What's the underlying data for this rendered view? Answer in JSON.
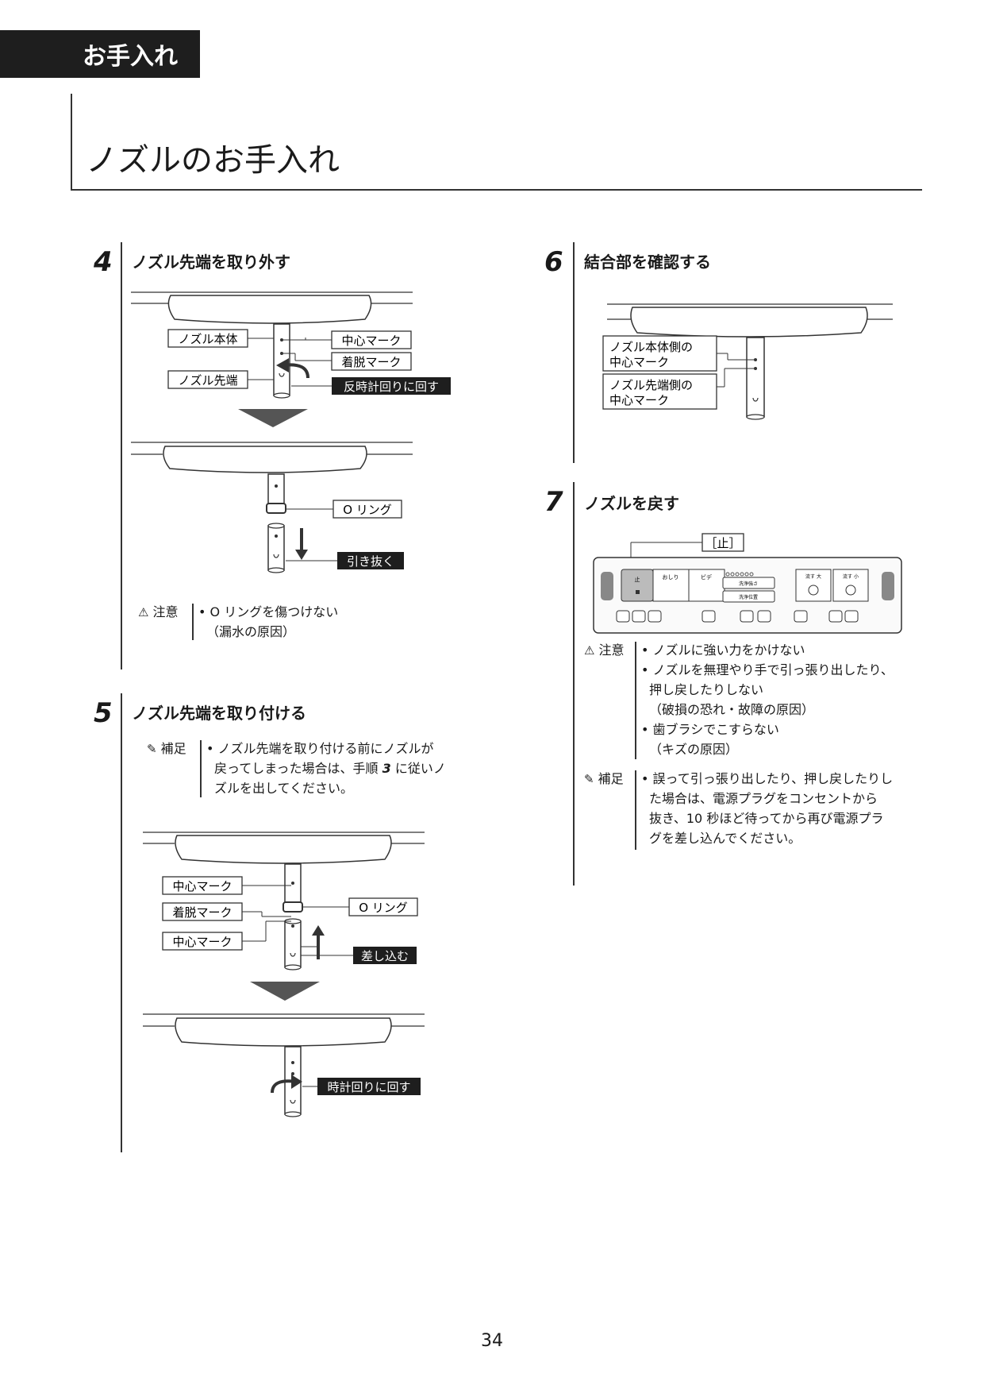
{
  "header": {
    "section": "お手入れ",
    "title": "ノズルのお手入れ"
  },
  "steps": {
    "s4": {
      "num": "4",
      "title": "ノズル先端を取り外す",
      "labels": {
        "body": "ノズル本体",
        "tip": "ノズル先端",
        "center": "中心マーク",
        "detach": "着脱マーク",
        "ccw": "反時計回りに回す",
        "oring": "O リング",
        "pull": "引き抜く"
      },
      "caution": {
        "label": "注意",
        "lines": [
          "• O リングを傷つけない",
          "（漏水の原因）"
        ]
      }
    },
    "s5": {
      "num": "5",
      "title": "ノズル先端を取り付ける",
      "supplement": {
        "label": "補足",
        "l1": "• ノズル先端を取り付ける前にノズルが",
        "l2a": "戻ってしまった場合は、手順 ",
        "l2b": "3",
        "l2c": " に従いノ",
        "l3": "ズルを出してください。"
      },
      "labels": {
        "center1": "中心マーク",
        "detach": "着脱マーク",
        "center2": "中心マーク",
        "oring": "O リング",
        "insert": "差し込む",
        "cw": "時計回りに回す"
      }
    },
    "s6": {
      "num": "6",
      "title": "結合部を確認する",
      "labels": {
        "body1": "ノズル本体側の",
        "body2": "中心マーク",
        "tip1": "ノズル先端側の",
        "tip2": "中心マーク"
      }
    },
    "s7": {
      "num": "7",
      "title": "ノズルを戻す",
      "stop_label": "［止］",
      "panel": {
        "stop": "止",
        "oshiri": "おしり",
        "bidet": "ビデ",
        "pressure": "洗浄強さ",
        "position": "洗浄位置",
        "deodor_big": "流す 大",
        "deodor_small": "流す 小"
      },
      "caution": {
        "label": "注意",
        "lines": [
          "• ノズルに強い力をかけない",
          "• ノズルを無理やり手で引っ張り出したり、",
          "押し戻したりしない",
          "（破損の恐れ・故障の原因）",
          "• 歯ブラシでこすらない",
          "（キズの原因）"
        ]
      },
      "supplement": {
        "label": "補足",
        "lines": [
          "• 誤って引っ張り出したり、押し戻したりし",
          "た場合は、電源プラグをコンセントから",
          "抜き、10 秒ほど待ってから再び電源プラ",
          "グを差し込んでください。"
        ]
      }
    }
  },
  "footer": {
    "page": "34"
  }
}
